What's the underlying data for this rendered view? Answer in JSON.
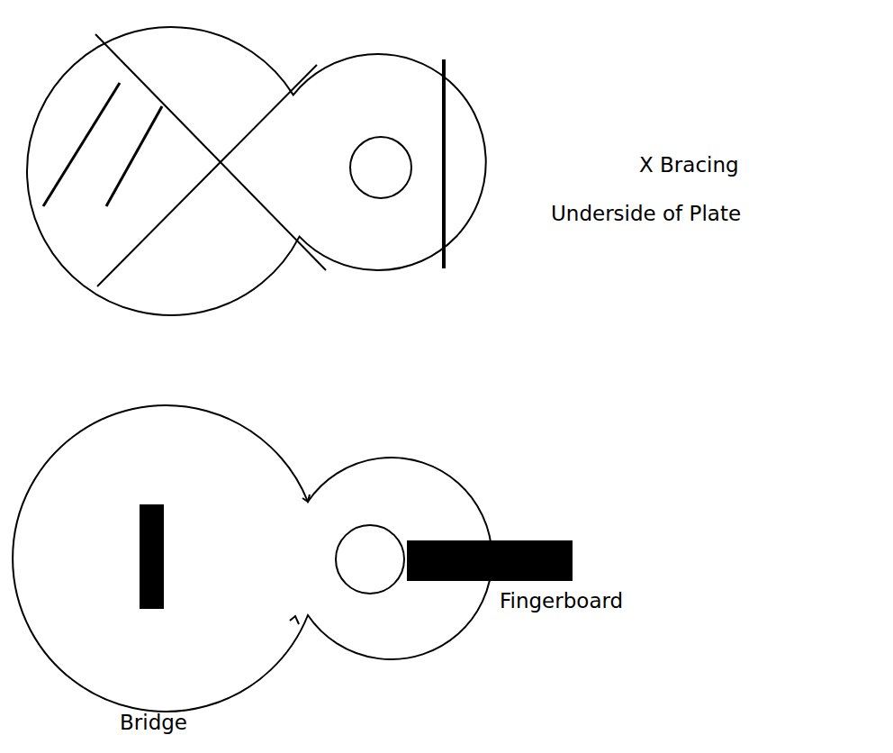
{
  "diagram": {
    "labels": [
      "X Bracing",
      "Underside of Plate",
      "Fingerboard",
      "Bridge"
    ]
  }
}
